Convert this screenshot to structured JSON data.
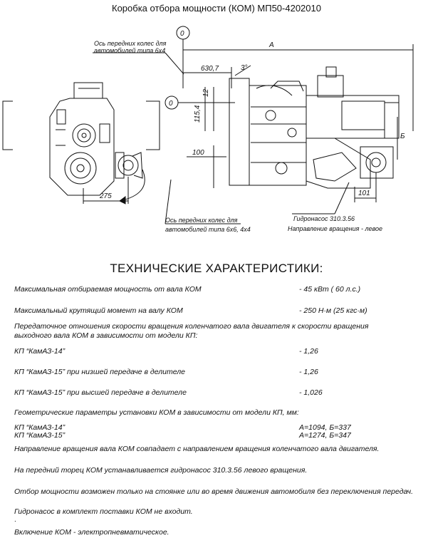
{
  "title": "Коробка отбора мощности (КОМ) МП50-4202010",
  "drawing": {
    "callout_front_axle_6x4_line1": "Ось передних колес для",
    "callout_front_axle_6x4_line2": "автомобилей типа 6х4",
    "callout_front_axle_6x6_line1": "Ось передних колес для",
    "callout_front_axle_6x6_line2": "автомобилей типа 6х6, 4х4",
    "pump_line1": "Гидронасос 310.3.56",
    "pump_line2": "Направление вращения - левое",
    "datum_label": "0",
    "dim_A": "A",
    "dim_B": "Б",
    "dim_630": "630,7",
    "dim_3deg": "3°",
    "dim_12": "12",
    "dim_115": "115,4",
    "dim_100": "100",
    "dim_275": "275",
    "dim_101": "101"
  },
  "section_title": "ТЕХНИЧЕСКИЕ ХАРАКТЕРИСТИКИ:",
  "specs": {
    "max_power_label": "Максимальная отбираемая мощность от вала КОМ",
    "max_power_value": "-  45 кВт ( 60 л.с.)",
    "max_torque_label": "Максимальный крутящий момент на валу КОМ",
    "max_torque_value": "- 250 Н·м (25 кгс·м)",
    "ratio_intro": "Передаточное отношения скорости вращения коленчатого вала двигателя к скорости вращения выходного вала КОМ в зависимости от модели КП:",
    "kp14_label": "КП “КамАЗ-14”",
    "kp14_value": "- 1,26",
    "kp15_low_label": "КП “КамАЗ-15” при низшей передаче в делителе",
    "kp15_low_value": "- 1,26",
    "kp15_high_label": "КП “КамАЗ-15” при  высшей передаче в делителе",
    "kp15_high_value": "- 1,026",
    "geom_intro": "Геометрические параметры установки КОМ в зависимости от модели КП, мм:",
    "geom_kp14_label": "КП “КамАЗ-14”",
    "geom_kp14_value": "А=1094,  Б=337",
    "geom_kp15_label": "КП “КамАЗ-15”",
    "geom_kp15_value": "А=1274, Б=347",
    "rotation_note": "Направление вращения вала  КОМ  совпадает с направлением вращения коленчатого вала двигателя.",
    "pump_note": "На передний торец  КОМ  устанавливается гидронасос  310.3.56 левого вращения.",
    "power_takeoff_note": "Отбор мощности возможен только на стоянке или во время движения автомобиля без переключения передач.",
    "supply_note": "Гидронасос в комплект поставки  КОМ  не входит.",
    "dot": ".",
    "engagement_note": "Включение КОМ - электропневматическое."
  }
}
